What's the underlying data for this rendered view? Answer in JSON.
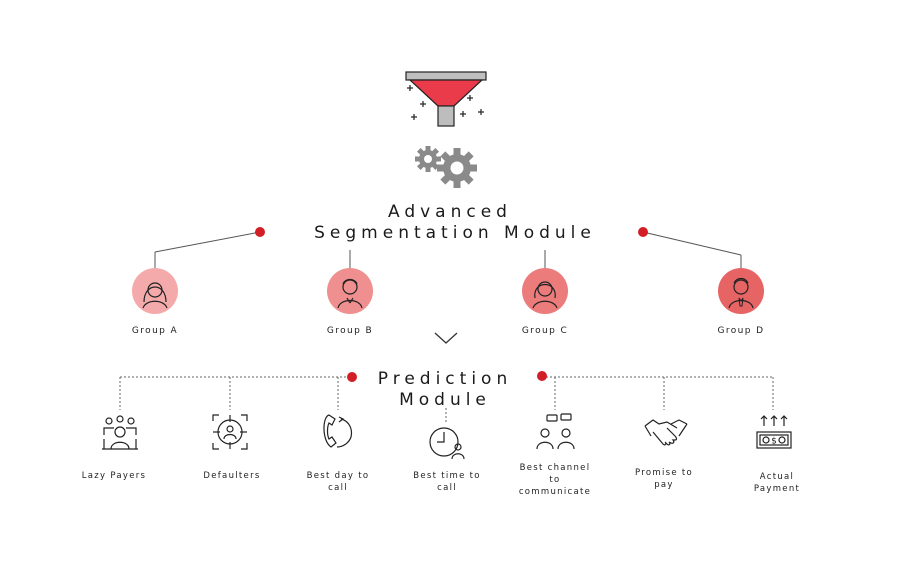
{
  "title_top": {
    "line1": "Advanced",
    "line2": "Segmentation Module"
  },
  "title_bottom": {
    "line1": "Prediction",
    "line2": "Module"
  },
  "groups": [
    {
      "label": "Group A",
      "color": "#f4aaaa"
    },
    {
      "label": "Group B",
      "color": "#ef8f8f"
    },
    {
      "label": "Group C",
      "color": "#ec7c7c"
    },
    {
      "label": "Group D",
      "color": "#e76464"
    }
  ],
  "predictions": [
    {
      "label": "Lazy Payers",
      "icon": "people-group-icon"
    },
    {
      "label": "Defaulters",
      "icon": "target-person-icon"
    },
    {
      "label": "Best day to call",
      "icon": "phone-cycle-icon"
    },
    {
      "label": "Best time to call",
      "icon": "clock-person-icon"
    },
    {
      "label": "Best channel to communicate",
      "icon": "people-chat-icon"
    },
    {
      "label": "Promise to pay",
      "icon": "handshake-icon"
    },
    {
      "label": "Actual Payment",
      "icon": "money-arrows-icon"
    }
  ],
  "colors": {
    "accent": "#d21f25",
    "funnel": "#e93b4a",
    "gear": "#8a8a8a"
  }
}
